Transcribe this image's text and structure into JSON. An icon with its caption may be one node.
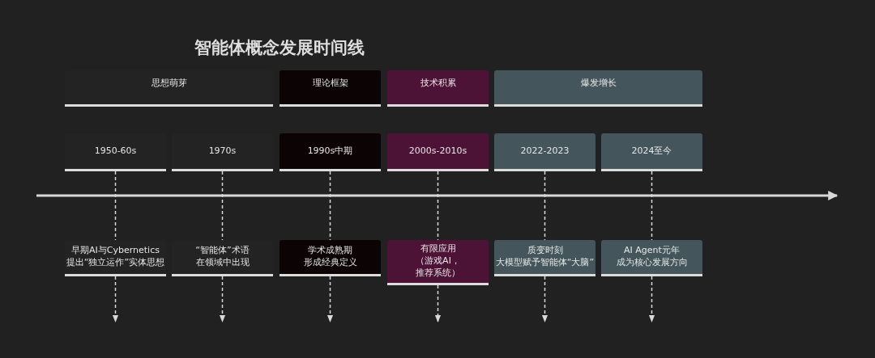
{
  "diagram": {
    "title": "智能体概念发展时间线",
    "nodes": [
      {
        "text": [
          "思想萌芽"
        ]
      },
      {
        "text": [
          "理论框架"
        ]
      },
      {
        "text": [
          "技术积累"
        ]
      },
      {
        "text": [
          "爆发增长"
        ]
      },
      {
        "text": [
          "1950-60s"
        ]
      },
      {
        "text": [
          "1970s"
        ]
      },
      {
        "text": [
          "1990s中期"
        ]
      },
      {
        "text": [
          "2000s-2010s"
        ]
      },
      {
        "text": [
          "2022-2023"
        ]
      },
      {
        "text": [
          "2024至今"
        ]
      },
      {
        "text": [
          "早期AI与Cybernetics提出“独立运作”实体思想"
        ]
      },
      {
        "text": [
          "“智能体”术语在领域中出现"
        ]
      },
      {
        "text": [
          "学术成熟期形成经典定义"
        ]
      },
      {
        "text": [
          "有限应用（游戏AI，推荐系统）"
        ]
      },
      {
        "text": [
          "质变时刻大模型赋予智能体“大脑”"
        ]
      },
      {
        "text": [
          "AI Agent元年成为核心发展方向"
        ]
      }
    ],
    "edges": [
      {
        "from": 4,
        "to": 10,
        "arrow": "none",
        "style": "dashed"
      },
      {
        "from": 5,
        "to": 11,
        "arrow": "none",
        "style": "dashed"
      },
      {
        "from": 6,
        "to": 12,
        "arrow": "none",
        "style": "dashed"
      },
      {
        "from": 7,
        "to": 13,
        "arrow": "none",
        "style": "dashed"
      },
      {
        "from": 8,
        "to": 14,
        "arrow": "none",
        "style": "dashed"
      },
      {
        "from": 9,
        "to": 15,
        "arrow": "none",
        "style": "dashed"
      },
      {
        "from": 10,
        "to": null,
        "arrow": "to",
        "style": "dashed"
      },
      {
        "from": 11,
        "to": null,
        "arrow": "to",
        "style": "dashed"
      },
      {
        "from": 12,
        "to": null,
        "arrow": "to",
        "style": "dashed"
      },
      {
        "from": 13,
        "to": null,
        "arrow": "to",
        "style": "dashed"
      },
      {
        "from": 14,
        "to": null,
        "arrow": "to",
        "style": "dashed"
      },
      {
        "from": 15,
        "to": null,
        "arrow": "to",
        "style": "dashed"
      }
    ]
  }
}
